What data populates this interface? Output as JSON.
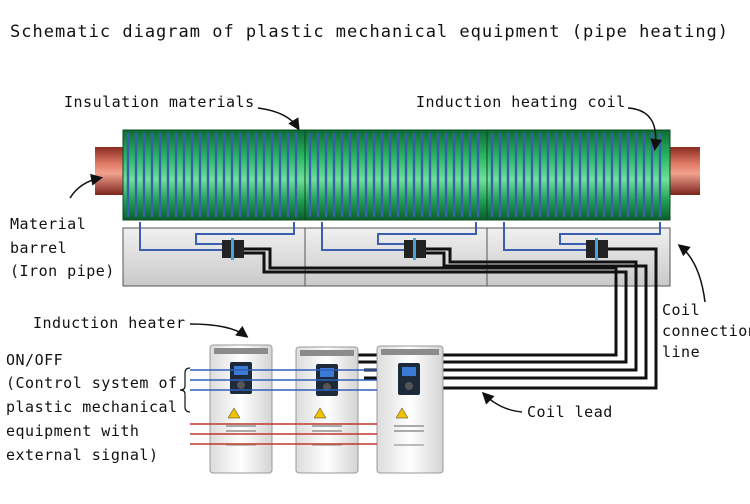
{
  "title": "Schematic diagram of plastic mechanical equipment (pipe heating)",
  "labels": {
    "insulation": "Insulation materials",
    "coil": "Induction heating coil",
    "barrel_1": "Material",
    "barrel_2": "barrel",
    "barrel_3": "(Iron pipe)",
    "heater": "Induction heater",
    "onoff_1": "ON/OFF",
    "onoff_2": "(Control system of",
    "onoff_3": "plastic mechanical",
    "onoff_4": "equipment with",
    "onoff_5": "external signal)",
    "conn_1": "Coil",
    "conn_2": "connection",
    "conn_3": "line",
    "lead": "Coil lead"
  },
  "colors": {
    "insulation_green": "#1fa35a",
    "coil_blue": "#3a5fb0",
    "pipe_copper": "#c8534a",
    "box_gray": "#dcdcdc",
    "wire_black": "#111111"
  }
}
